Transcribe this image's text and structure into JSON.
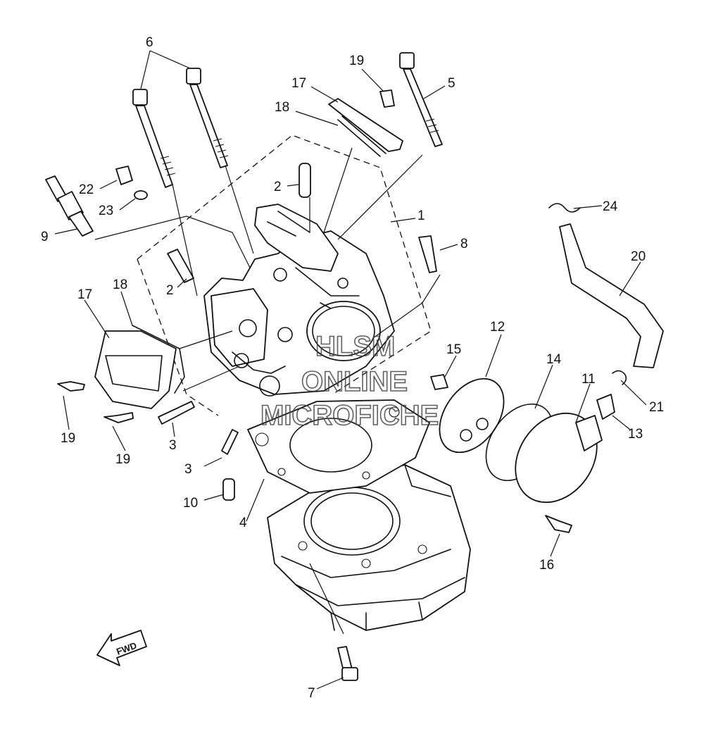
{
  "labels": {
    "p1": "1",
    "p2a": "2",
    "p2b": "2",
    "p3a": "3",
    "p3b": "3",
    "p4": "4",
    "p5": "5",
    "p6": "6",
    "p7": "7",
    "p8": "8",
    "p9": "9",
    "p10": "10",
    "p11": "11",
    "p12": "12",
    "p13": "13",
    "p14": "14",
    "p15": "15",
    "p16": "16",
    "p17a": "17",
    "p17b": "17",
    "p18a": "18",
    "p18b": "18",
    "p19a": "19",
    "p19b": "19",
    "p19c": "19",
    "p20": "20",
    "p21": "21",
    "p22": "22",
    "p23": "23",
    "p24": "24"
  },
  "fwd_label": "FWD",
  "watermark": {
    "line1": "HLSM",
    "line2": "ONLINE",
    "line3": "MICROFICHE"
  }
}
